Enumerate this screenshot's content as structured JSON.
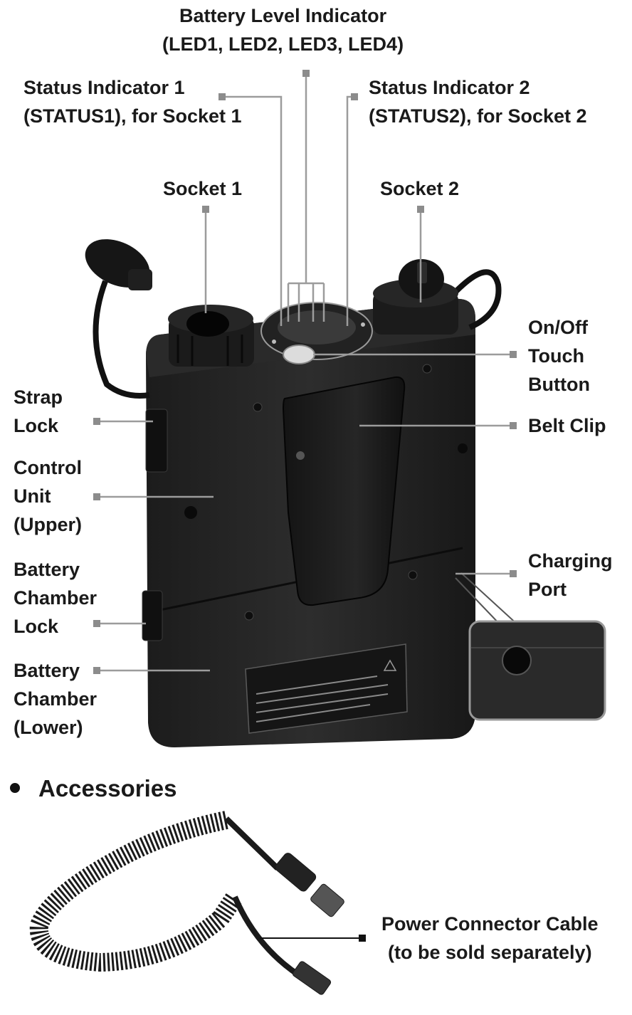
{
  "labels": {
    "battery_level": [
      "Battery Level Indicator",
      "(LED1, LED2, LED3, LED4)"
    ],
    "status1": [
      "Status Indicator 1",
      "(STATUS1), for Socket 1"
    ],
    "status2": [
      "Status Indicator 2",
      "(STATUS2), for Socket 2"
    ],
    "socket1": [
      "Socket 1"
    ],
    "socket2": [
      "Socket 2"
    ],
    "onoff": [
      "On/Off",
      "Touch",
      "Button"
    ],
    "strap": [
      "Strap",
      "Lock"
    ],
    "belt": [
      "Belt Clip"
    ],
    "control": [
      "Control",
      "Unit",
      "(Upper)"
    ],
    "charging": [
      "Charging",
      "Port"
    ],
    "chamber_lock": [
      "Battery",
      "Chamber",
      "Lock"
    ],
    "chamber_lower": [
      "Battery",
      "Chamber",
      "(Lower)"
    ],
    "cable": [
      "Power Connector Cable",
      "(to be sold separately)"
    ]
  },
  "accessories": {
    "heading": "Accessories"
  }
}
